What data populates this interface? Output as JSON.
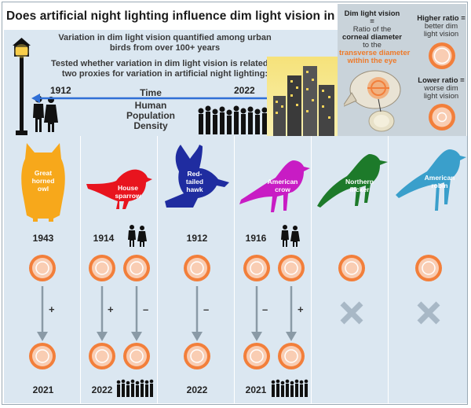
{
  "title": "Does artificial night lighting influence dim light vision in urban birds?",
  "intro": {
    "line1": "Variation in dim light vision quantified among urban",
    "line2": "birds from over 100+ years",
    "line3": "Tested whether variation in dim light vision is related to",
    "line4": "two proxies for variation in artificial night lighting:"
  },
  "timeline": {
    "start_year": "1912",
    "end_year": "2022",
    "time_label": "Time",
    "density_line1": "Human",
    "density_line2": "Population",
    "density_line3": "Density"
  },
  "definition": {
    "title": "Dim light vision",
    "equals": "=",
    "l1": "Ratio of the",
    "l2": "corneal diameter",
    "l3": "to the",
    "l4": "transverse diameter",
    "l5": "within the eye"
  },
  "legend": {
    "higher_l1": "Higher ratio =",
    "higher_l2": "better dim",
    "higher_l3": "light vision",
    "lower_l1": "Lower ratio =",
    "lower_l2": "worse dim",
    "lower_l3": "light vision"
  },
  "colors": {
    "owl": "#f7a81b",
    "sparrow": "#e8141e",
    "hawk": "#1f2ca0",
    "crow": "#c81cc4",
    "flicker": "#1d7a2a",
    "robin": "#3a9fcb",
    "ring_orange": "#f27f3b",
    "panel_blue": "#dbe7f1",
    "arrow_blue": "#2f6fd6"
  },
  "birds": [
    {
      "name_l1": "Great",
      "name_l2": "horned",
      "name_l3": "owl",
      "start": "1943",
      "end": "2021",
      "signs": [
        "+"
      ]
    },
    {
      "name_l1": "House",
      "name_l2": "sparrow",
      "name_l3": "",
      "start": "1914",
      "end": "2022",
      "signs": [
        "+",
        "–"
      ]
    },
    {
      "name_l1": "Red-",
      "name_l2": "tailed",
      "name_l3": "hawk",
      "start": "1912",
      "end": "2022",
      "signs": [
        "–"
      ]
    },
    {
      "name_l1": "American",
      "name_l2": "crow",
      "name_l3": "",
      "start": "1916",
      "end": "2021",
      "signs": [
        "–",
        "+"
      ]
    },
    {
      "name_l1": "Northern",
      "name_l2": "flicker",
      "name_l3": "",
      "start": "",
      "end": "",
      "signs": []
    },
    {
      "name_l1": "American",
      "name_l2": "robin",
      "name_l3": "",
      "start": "",
      "end": "",
      "signs": []
    }
  ]
}
